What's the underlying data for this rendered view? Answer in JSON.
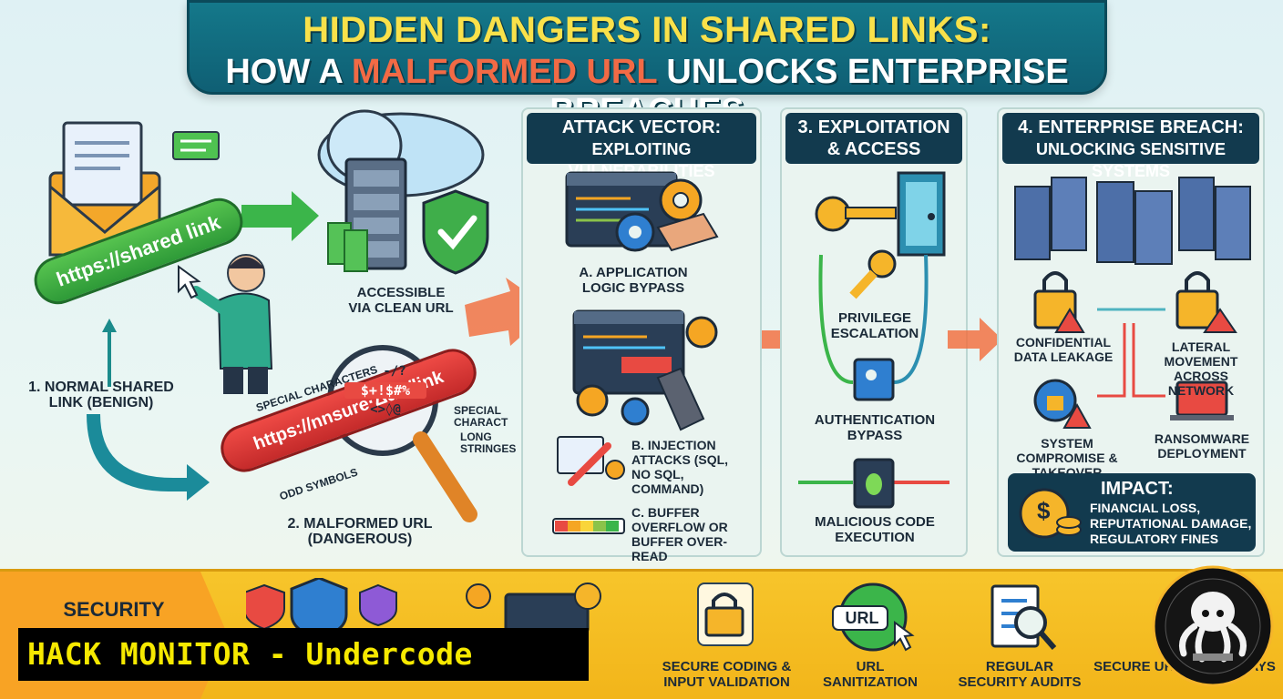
{
  "header": {
    "title_line1": "HIDDEN DANGERS IN SHARED LINKS:",
    "title_line2_pre": "HOW A ",
    "title_line2_highlight": "MALFORMED URL",
    "title_line2_post": " UNLOCKS ENTERPRISE BREACHES"
  },
  "left": {
    "shared_link_text": "https://shared link",
    "accessible_label": "ACCESSIBLE VIA CLEAN URL",
    "normal_link_label": "1. NORMAL SHARED LINK (BENIGN)",
    "malformed_link_text": "https://nnsure·ΔαΕ/link",
    "special_characters": "SPECIAL CHARACTERS",
    "special_charact": "SPECIAL CHARACT",
    "long_strings": "LONG STRINGES",
    "odd_symbols": "ODD SYMBOLS",
    "magnifier_line1": "-/?",
    "magnifier_line2": "$+!$#%",
    "magnifier_line3": "<>◊@",
    "malformed_label": "2. MALFORMED URL (DANGEROUS)"
  },
  "attack_vector": {
    "title": "ATTACK VECTOR:",
    "subtitle": "EXPLOITING VULNERABILITIES",
    "item_a": "A. APPLICATION LOGIC BYPASS",
    "item_b": "B. INJECTION ATTACKS (SQL, NO SQL, COMMAND)",
    "item_c": "C. BUFFER OVERFLOW OR BUFFER OVER-READ"
  },
  "exploitation": {
    "title": "3. EXPLOITATION & ACCESS",
    "privilege": "PRIVILEGE ESCALATION",
    "auth": "AUTHENTICATION BYPASS",
    "malicious": "MALICIOUS CODE EXECUTION"
  },
  "breach": {
    "title": "4. ENTERPRISE BREACH:",
    "subtitle": "UNLOCKING SENSITIVE SYSTEMS",
    "confidential": "CONFIDENTIAL DATA LEAKAGE",
    "lateral": "LATERAL MOVEMENT ACROSS NETWORK",
    "compromise": "SYSTEM COMPROMISE & TAKEOVER",
    "ransomware": "RANSOMWARE DEPLOYMENT",
    "impact_title": "IMPACT:",
    "impact_items": [
      "FINANCIAL LOSS,",
      "REPUTATIONAL DAMAGE,",
      "REGULATORY FINES"
    ]
  },
  "bottom": {
    "security_title": "SECURITY",
    "watermark": "HACK MONITOR - Undercode",
    "practices": [
      "SECURE CODING & INPUT VALIDATION",
      "URL SANITIZATION",
      "REGULAR SECURITY AUDITS",
      "SECURE URL & GATEWAYS"
    ],
    "url_icon_text": "URL"
  },
  "colors": {
    "header_bg": "#14788a",
    "title_yellow": "#f9e14a",
    "highlight": "#f26a45",
    "panel_head": "#123a4e",
    "green": "#2e9a38",
    "red": "#c42a2a",
    "bottom_yellow": "#f7c52b"
  },
  "icons": [
    "envelope-icon",
    "cloud-server-icon",
    "shield-check-icon",
    "user-pointing-icon",
    "magnifier-icon",
    "code-window-icon",
    "gear-icon",
    "syringe-icon",
    "key-icon",
    "door-icon",
    "lock-icon",
    "bug-icon",
    "server-rack-icon",
    "warning-icon",
    "coin-icon",
    "globe-url-icon",
    "checklist-icon",
    "octopus-logo-icon"
  ]
}
